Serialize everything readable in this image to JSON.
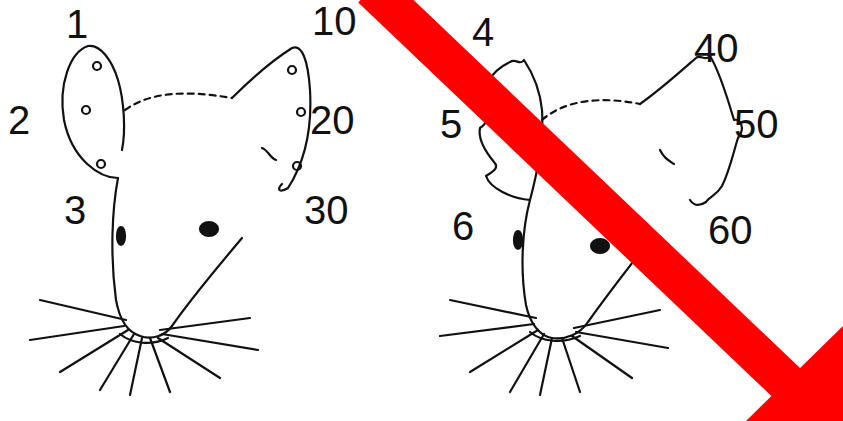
{
  "diagram": {
    "labels": [
      "1",
      "10",
      "4",
      "40",
      "2",
      "20",
      "5",
      "50",
      "3",
      "30",
      "6",
      "60"
    ]
  }
}
